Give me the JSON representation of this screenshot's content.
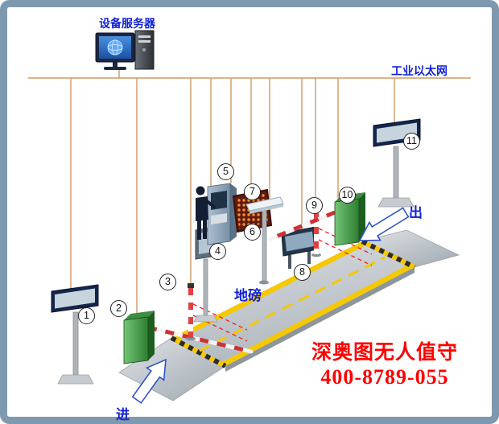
{
  "frame": {
    "border_color": "#7e99af",
    "background": "#ffffff"
  },
  "network": {
    "server_label": "设备服务器",
    "ethernet_label": "工业以太网",
    "line_color": "#cf9a63"
  },
  "weighbridge": {
    "label": "地磅",
    "edge_color": "#f6c800"
  },
  "flow": {
    "entrance_label": "进",
    "exit_label": "出",
    "arrow_outline": "#2f55c9"
  },
  "badges": [
    {
      "n": "1"
    },
    {
      "n": "2"
    },
    {
      "n": "3"
    },
    {
      "n": "4"
    },
    {
      "n": "5"
    },
    {
      "n": "6"
    },
    {
      "n": "7"
    },
    {
      "n": "8"
    },
    {
      "n": "9"
    },
    {
      "n": "10"
    },
    {
      "n": "11"
    }
  ],
  "branding": {
    "company": "深奥图无人值守",
    "phone": "400-8789-055",
    "color": "#ff0000"
  },
  "palette": {
    "label_blue": "#1322d2",
    "cabinet_green": "#3e8e41",
    "led_panel_navy": "#14254c",
    "beam_red": "#ff1a1a"
  }
}
